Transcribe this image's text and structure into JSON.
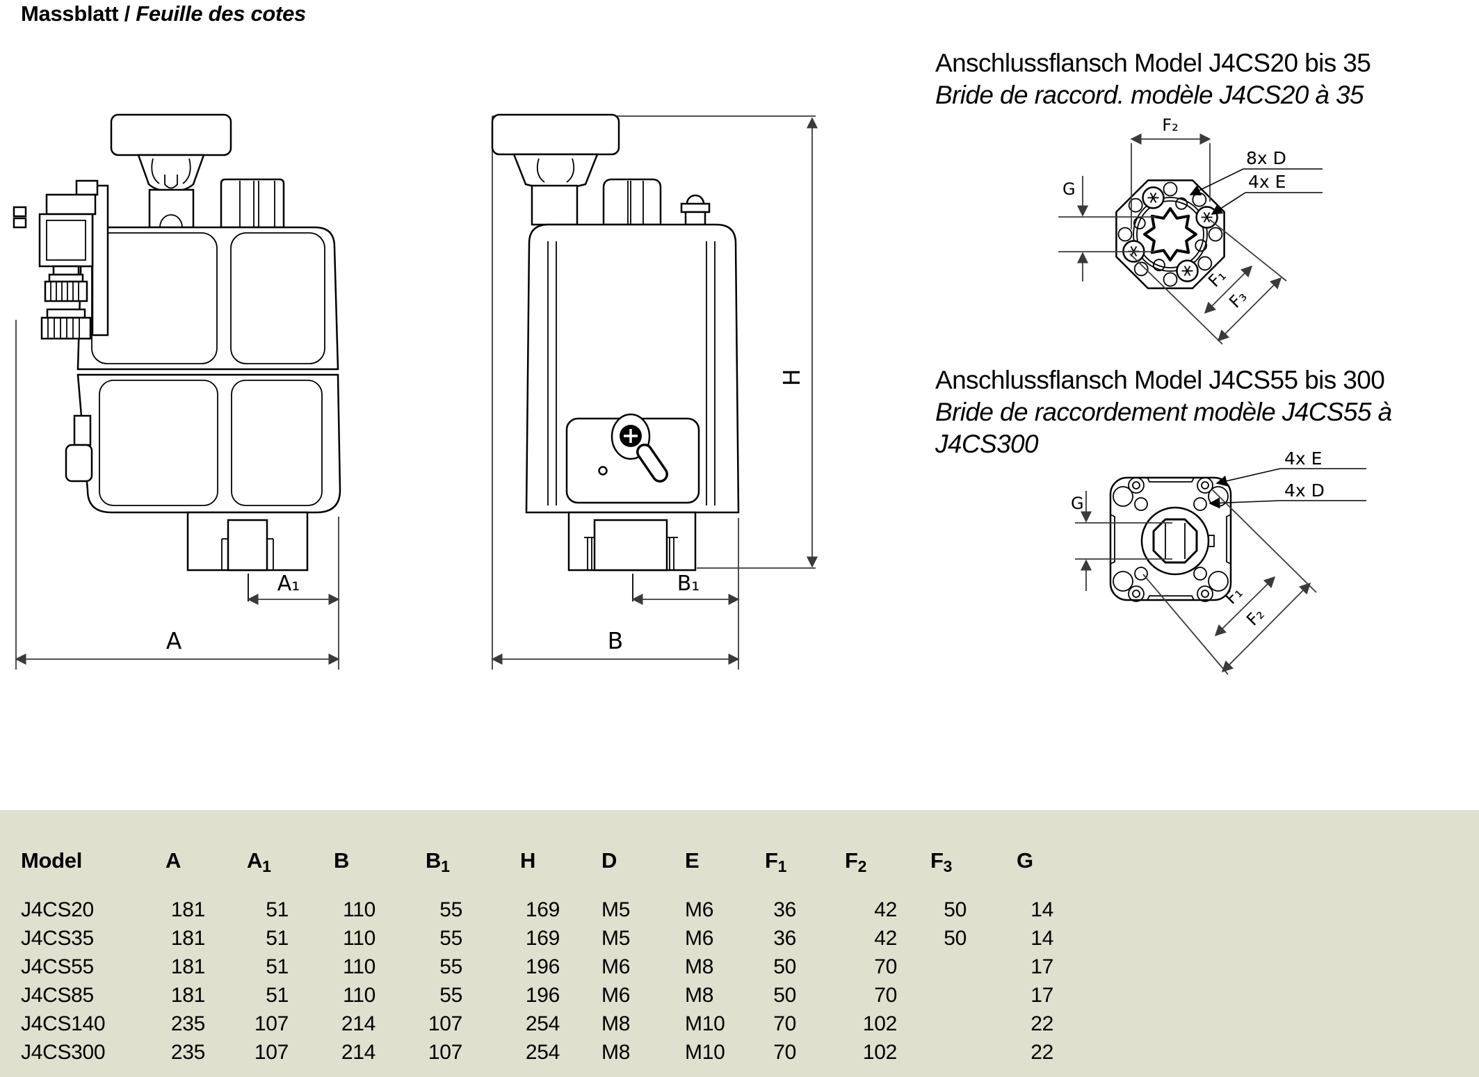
{
  "title": {
    "de": "Massblatt /",
    "fr": "Feuille des cotes"
  },
  "side_view": {
    "label_a": "A",
    "label_a1": "A₁"
  },
  "front_view": {
    "label_b": "B",
    "label_b1": "B₁",
    "label_h": "H"
  },
  "flange_small": {
    "heading_de": "Anschlussflansch Model J4CS20 bis 35",
    "heading_fr": "Bride de raccord. modèle J4CS20 à 35",
    "label_f2": "F₂",
    "label_8xd": "8x D",
    "label_4xe": "4x E",
    "label_g": "G",
    "label_f1": "F₁",
    "label_f3": "F₃"
  },
  "flange_large": {
    "heading_de": "Anschlussflansch Model J4CS55 bis 300",
    "heading_fr_line1": "Bride de raccordement modèle J4CS55 à",
    "heading_fr_line2": "J4CS300",
    "label_4xe": "4x E",
    "label_4xd": "4x D",
    "label_g": "G",
    "label_f1": "F₁",
    "label_f2": "F₂"
  },
  "colors": {
    "table_bg": "#dfe0cd",
    "line": "#000000",
    "dim": "#3a3a3a"
  },
  "table": {
    "columns": [
      {
        "base": "Model",
        "sub": ""
      },
      {
        "base": "A",
        "sub": ""
      },
      {
        "base": "A",
        "sub": "1"
      },
      {
        "base": "B",
        "sub": ""
      },
      {
        "base": "B",
        "sub": "1"
      },
      {
        "base": "H",
        "sub": ""
      },
      {
        "base": "D",
        "sub": ""
      },
      {
        "base": "E",
        "sub": ""
      },
      {
        "base": "F",
        "sub": "1"
      },
      {
        "base": "F",
        "sub": "2"
      },
      {
        "base": "F",
        "sub": "3"
      },
      {
        "base": "G",
        "sub": ""
      }
    ],
    "rows": [
      {
        "model": "J4CS20",
        "values": [
          "181",
          "51",
          "110",
          "55",
          "169",
          "M5",
          "M6",
          "36",
          "42",
          "50",
          "14"
        ]
      },
      {
        "model": "J4CS35",
        "values": [
          "181",
          "51",
          "110",
          "55",
          "169",
          "M5",
          "M6",
          "36",
          "42",
          "50",
          "14"
        ]
      },
      {
        "model": "J4CS55",
        "values": [
          "181",
          "51",
          "110",
          "55",
          "196",
          "M6",
          "M8",
          "50",
          "70",
          "",
          "17"
        ]
      },
      {
        "model": "J4CS85",
        "values": [
          "181",
          "51",
          "110",
          "55",
          "196",
          "M6",
          "M8",
          "50",
          "70",
          "",
          "17"
        ]
      },
      {
        "model": "J4CS140",
        "values": [
          "235",
          "107",
          "214",
          "107",
          "254",
          "M8",
          "M10",
          "70",
          "102",
          "",
          "22"
        ]
      },
      {
        "model": "J4CS300",
        "values": [
          "235",
          "107",
          "214",
          "107",
          "254",
          "M8",
          "M10",
          "70",
          "102",
          "",
          "22"
        ]
      }
    ]
  }
}
